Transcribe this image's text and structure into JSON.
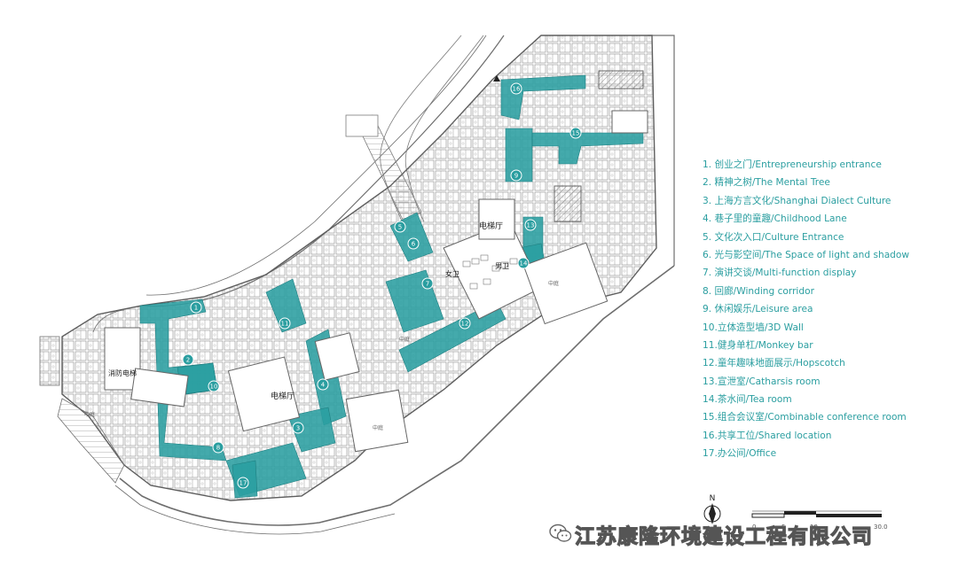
{
  "legend": {
    "items": [
      "1.  创业之门/Entrepreneurship entrance",
      "2.  精神之树/The Mental Tree",
      "3.  上海方言文化/Shanghai Dialect Culture",
      "4.  巷子里的童趣/Childhood Lane",
      "5.  文化次入口/Culture Entrance",
      "6.  光与影空间/The Space of light and shadow",
      "7.  演讲交谈/Multi-function display",
      "8.  回廊/Winding corridor",
      "9.  休闲娱乐/Leisure area",
      "10.立体造型墙/3D Wall",
      "11.健身单杠/Monkey bar",
      "12.童年趣味地面展示/Hopscotch",
      "13.宣泄室/Catharsis room",
      "14.茶水间/Tea room",
      "15.组合会议室/Combinable conference room",
      "16.共享工位/Shared location",
      "17.办公间/Office"
    ]
  },
  "plan": {
    "rooms": {
      "elevator_hall_1": "电梯厅",
      "elevator_hall_2": "电梯厅",
      "female_wc": "女卫",
      "male_wc": "男卫",
      "fire_elevator": "消防电梯",
      "atrium_1": "中庭",
      "atrium_2": "中庭",
      "atrium_3": "中庭",
      "atrium_4": "中庭"
    },
    "markers": [
      "1",
      "2",
      "3",
      "4",
      "5",
      "6",
      "7",
      "8",
      "9",
      "10",
      "11",
      "12",
      "13",
      "14",
      "15",
      "16"
    ]
  },
  "north": "N",
  "scale": {
    "ticks": [
      "0",
      "5",
      "10",
      "30.0"
    ]
  },
  "watermark": "江苏康隆环境建设工程有限公司",
  "colors": {
    "accent": "#2a9ea0",
    "line": "#6e6e6e"
  }
}
